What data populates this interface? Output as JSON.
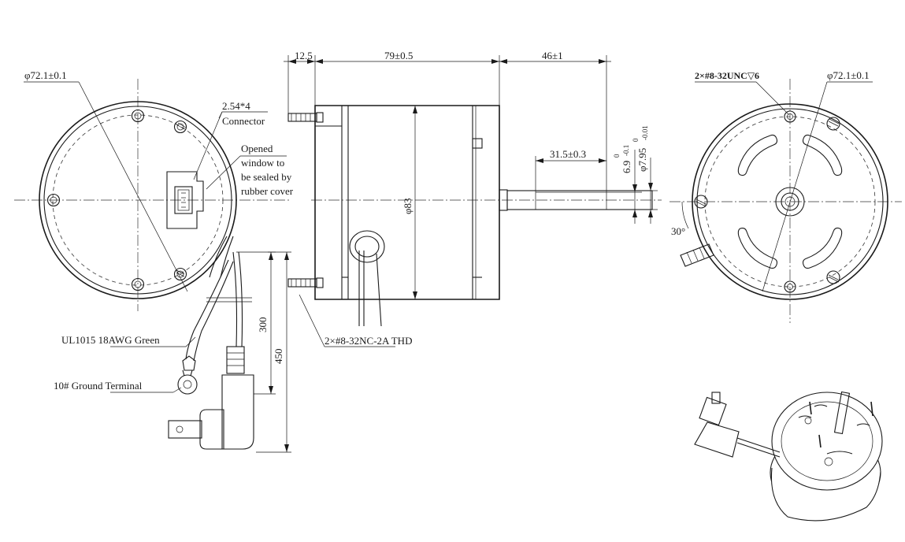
{
  "dimensions": {
    "left_hole_circle": "φ72.1±0.1",
    "right_hole_circle": "φ72.1±0.1",
    "flange": "12.5",
    "body_length": "79±0.5",
    "shaft_length": "46±1",
    "flat_length": "31.5±0.3",
    "flat_depth": "6.9",
    "flat_depth_tol_upper": "0",
    "flat_depth_tol_lower": "-0.1",
    "shaft_dia": "φ7.95",
    "shaft_dia_tol_upper": "0",
    "shaft_dia_tol_lower": "-0.01",
    "body_dia": "φ83",
    "lead_300": "300",
    "lead_450": "450",
    "angle": "30°"
  },
  "callouts": {
    "connector_line1": "2.54*4",
    "connector_line2": "Connector",
    "window_line1": "Opened",
    "window_line2": "window to",
    "window_line3": "be sealed by",
    "window_line4": "rubber cover",
    "ground_wire": "UL1015 18AWG  Green",
    "ground_terminal": "10# Ground Terminal",
    "threaded_studs": "2×#8-32NC-2A THD",
    "mounting_holes": "2×#8-32UNC▽6"
  }
}
